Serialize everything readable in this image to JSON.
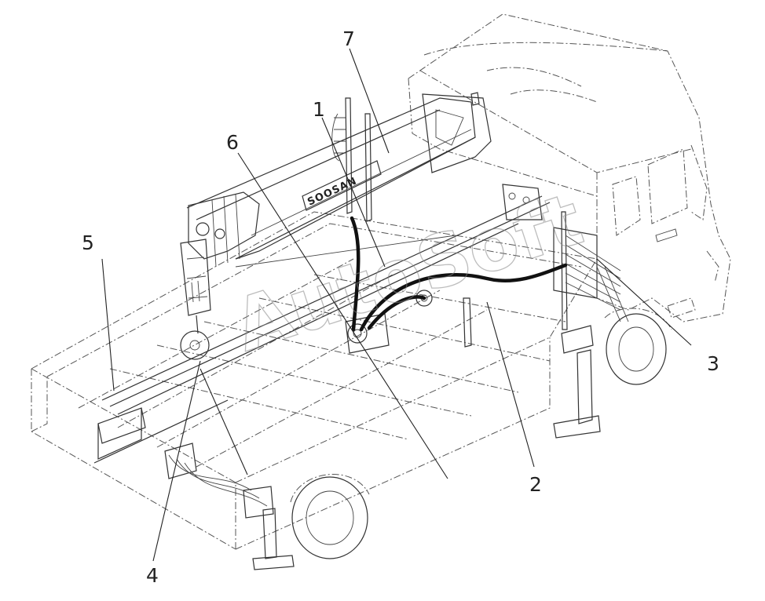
{
  "diagram": {
    "brand_label": "SOOSAN",
    "watermark": "AutoSoft",
    "callouts": [
      {
        "id": "1",
        "label": "1"
      },
      {
        "id": "2",
        "label": "2"
      },
      {
        "id": "3",
        "label": "3"
      },
      {
        "id": "4",
        "label": "4"
      },
      {
        "id": "5",
        "label": "5"
      },
      {
        "id": "6",
        "label": "6"
      },
      {
        "id": "7",
        "label": "7"
      }
    ]
  }
}
